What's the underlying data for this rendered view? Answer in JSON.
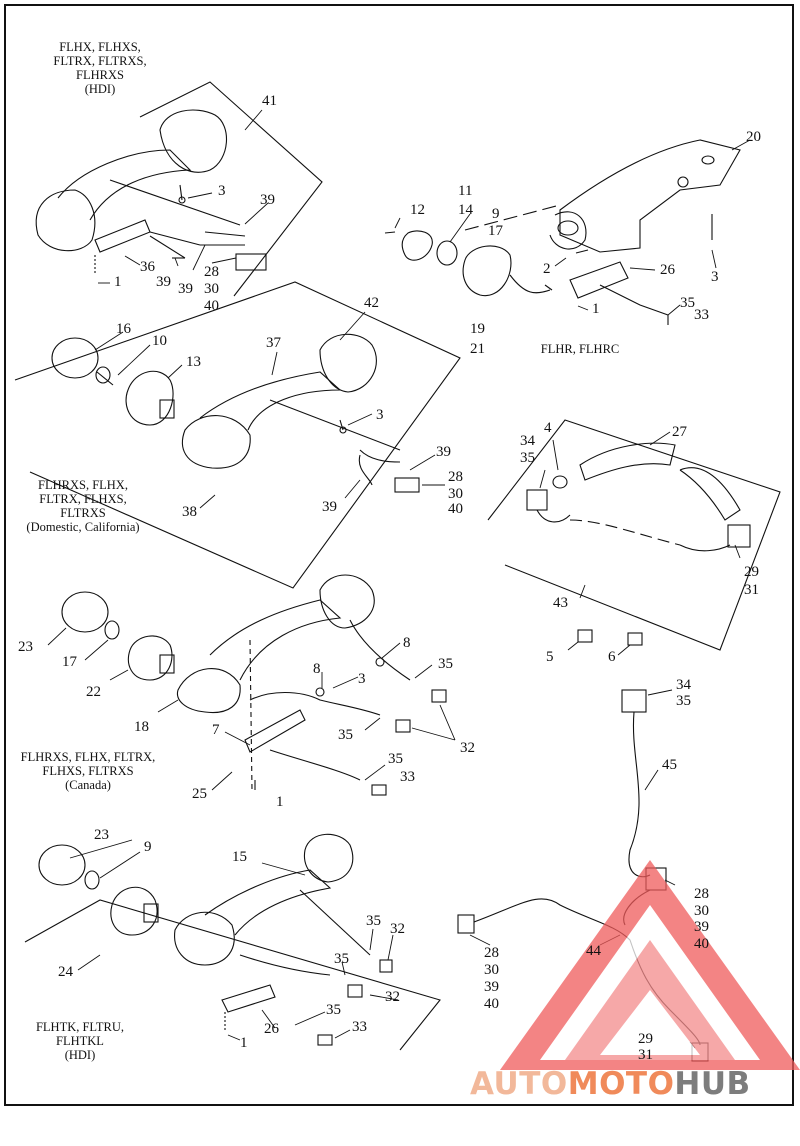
{
  "captions": {
    "c1": [
      "FLHX, FLHXS,",
      "FLTRX, FLTRXS,",
      "FLHRXS",
      "(HDI)"
    ],
    "c2": [
      "FLHR, FLHRC"
    ],
    "c3": [
      "FLHRXS, FLHX,",
      "FLTRX, FLHXS,",
      "FLTRXS",
      "(Domestic, California)"
    ],
    "c4": [
      "FLHRXS, FLHX, FLTRX,",
      "FLHXS, FLTRXS",
      "(Canada)"
    ],
    "c5": [
      "FLHTK, FLTRU,",
      "FLHTKL",
      "(HDI)"
    ]
  },
  "callouts": {
    "n41": "41",
    "n3a": "3",
    "n39a": "39",
    "n36": "36",
    "n1a": "1",
    "n39b": "39",
    "n39c": "39",
    "n28a": "28",
    "n30a": "30",
    "n40a": "40",
    "n20": "20",
    "n11": "11",
    "n12": "12",
    "n14": "14",
    "n9a": "9",
    "n17a": "17",
    "n2": "2",
    "n26a": "26",
    "n3b": "3",
    "n1b": "1",
    "n35a": "35",
    "n33a": "33",
    "n19": "19",
    "n21": "21",
    "n42": "42",
    "n16": "16",
    "n10": "10",
    "n13": "13",
    "n37": "37",
    "n3c": "3",
    "n39d": "39",
    "n28b": "28",
    "n30b": "30",
    "n40b": "40",
    "n39e": "39",
    "n38": "38",
    "n4": "4",
    "n34a": "34",
    "n35b": "35",
    "n27": "27",
    "n29a": "29",
    "n31a": "31",
    "n43": "43",
    "n5": "5",
    "n6": "6",
    "n23a": "23",
    "n17b": "17",
    "n22": "22",
    "n18": "18",
    "n8a": "8",
    "n8b": "8",
    "n3d": "3",
    "n35c": "35",
    "n35d": "35",
    "n32a": "32",
    "n7": "7",
    "n25": "25",
    "n1c": "1",
    "n35e": "35",
    "n33b": "33",
    "n34b": "34",
    "n35f": "35",
    "n45": "45",
    "n23b": "23",
    "n9b": "9",
    "n15": "15",
    "n35g": "35",
    "n32b": "32",
    "n35h": "35",
    "n32c": "32",
    "n24": "24",
    "n26b": "26",
    "n35i": "35",
    "n33c": "33",
    "n1d": "1",
    "n28c": "28",
    "n30c": "30",
    "n39f": "39",
    "n40c": "40",
    "n44": "44",
    "n28d": "28",
    "n30d": "30",
    "n39g": "39",
    "n40d": "40",
    "n29b": "29",
    "n31b": "31"
  },
  "watermark": {
    "part1": "AUTO",
    "part2": "MOTO",
    "part3": "HUB",
    "color_light": "#f2b89a",
    "color_orange": "#f08a5a",
    "color_gray": "#7d7d7d",
    "triangle_color": "#ef5b5b"
  }
}
